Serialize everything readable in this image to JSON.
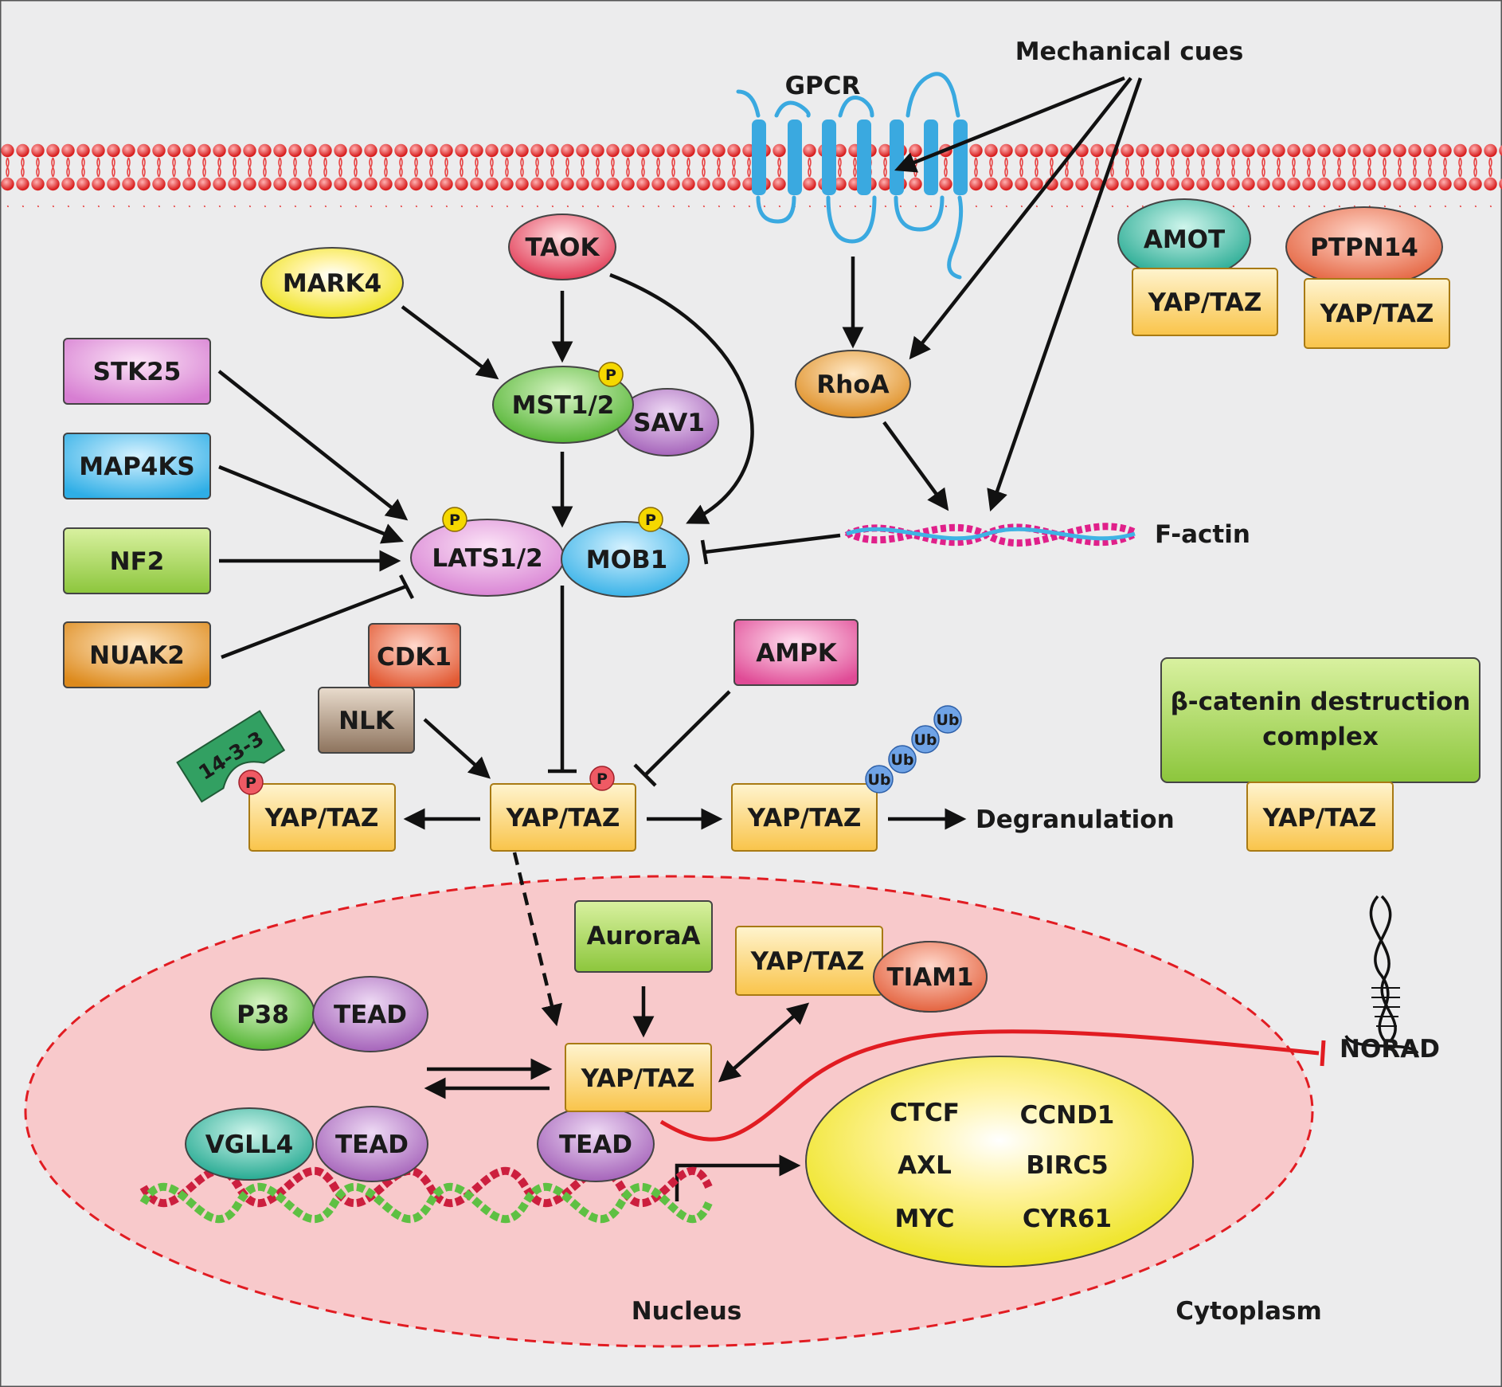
{
  "colors": {
    "background": "#ececed",
    "membrane": "#e21c24",
    "nucleus_fill": "#f8c9cb",
    "nucleus_border": "#e11c22",
    "gpcr": "#3aa9e0",
    "arrow": "#111111",
    "inhibit_red": "#e11c22"
  },
  "labels": {
    "mechanical_cues": "Mechanical cues",
    "gpcr": "GPCR",
    "f_actin": "F-actin",
    "degranulation": "Degranulation",
    "nucleus": "Nucleus",
    "cytoplasm": "Cytoplasm",
    "norad": "NORAD",
    "phospho": "P",
    "ubiquitin": "Ub"
  },
  "nodes": {
    "taok": "TAOK",
    "mark4": "MARK4",
    "mst12": "MST1/2",
    "sav1": "SAV1",
    "stk25": "STK25",
    "map4ks": "MAP4KS",
    "nf2": "NF2",
    "nuak2": "NUAK2",
    "lats12": "LATS1/2",
    "mob1": "MOB1",
    "rhoa": "RhoA",
    "amot": "AMOT",
    "ptpn14": "PTPN14",
    "cdk1": "CDK1",
    "nlk": "NLK",
    "ampk": "AMPK",
    "beta_catenin_line1": "β-catenin destruction",
    "beta_catenin_line2": "complex",
    "fourteen33": "14-3-3",
    "aurora_a": "AuroraA",
    "tiam1": "TIAM1",
    "p38": "P38",
    "tead": "TEAD",
    "vgll4": "VGLL4",
    "yap_taz": "YAP/TAZ"
  },
  "targets": [
    "CTCF",
    "CCND1",
    "AXL",
    "BIRC5",
    "MYC",
    "CYR61"
  ]
}
